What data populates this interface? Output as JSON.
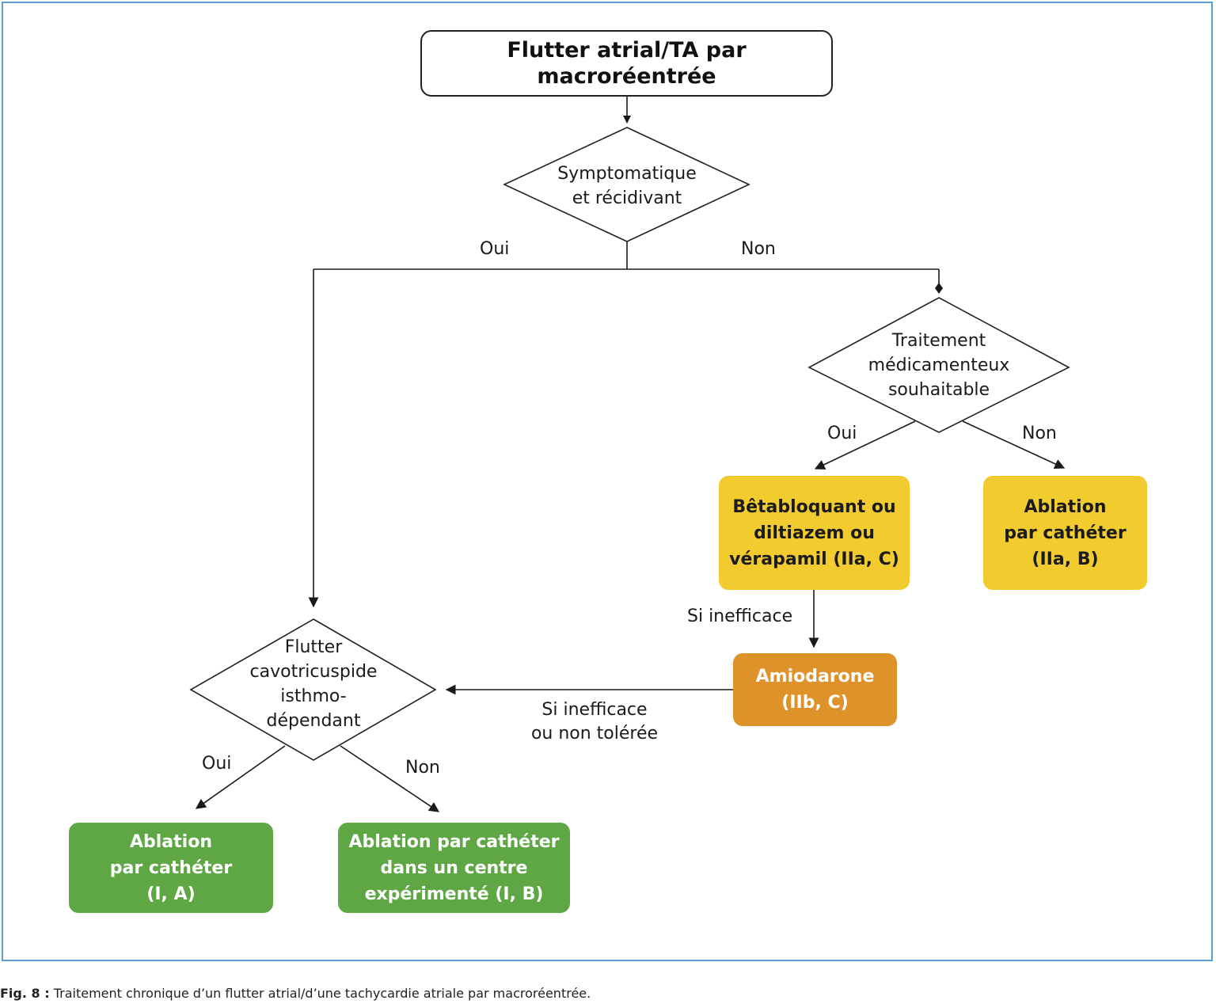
{
  "title": "Flutter atrial/TA par macroréentrée",
  "decisions": {
    "symptomatique": "Symptomatique\net récidivant",
    "traitement": "Traitement\nmédicamenteux\nsouhaitable",
    "flutter": "Flutter\ncavotricuspide\nisthmo-\ndépendant"
  },
  "boxes": {
    "betabloquant": "Bêtabloquant ou\ndiltiazem ou\nvérapamil (IIa, C)",
    "ablation_iia": "Ablation\npar cathéter\n(IIa, B)",
    "amiodarone": "Amiodarone\n(IIb, C)",
    "ablation_i_a": "Ablation\npar cathéter\n(I, A)",
    "ablation_i_b": "Ablation par cathéter\ndans un centre\nexpérimenté (I, B)"
  },
  "labels": {
    "oui_top": "Oui",
    "non_top": "Non",
    "oui_traitement": "Oui",
    "non_traitement": "Non",
    "si_inefficace": "Si inefficace",
    "si_inefficace_tol": "Si inefficace\nou non tolérée",
    "oui_flutter": "Oui",
    "non_flutter": "Non"
  },
  "caption": {
    "fig": "Fig. 8 :",
    "text": "Traitement chronique d’un flutter atrial/d’une tachycardie atriale par macroréentrée."
  },
  "colors": {
    "frame": "#5b9bd5",
    "yellow": "#f2cb2f",
    "orange": "#de922a",
    "green": "#5ea744",
    "line": "#1a1a1a"
  }
}
